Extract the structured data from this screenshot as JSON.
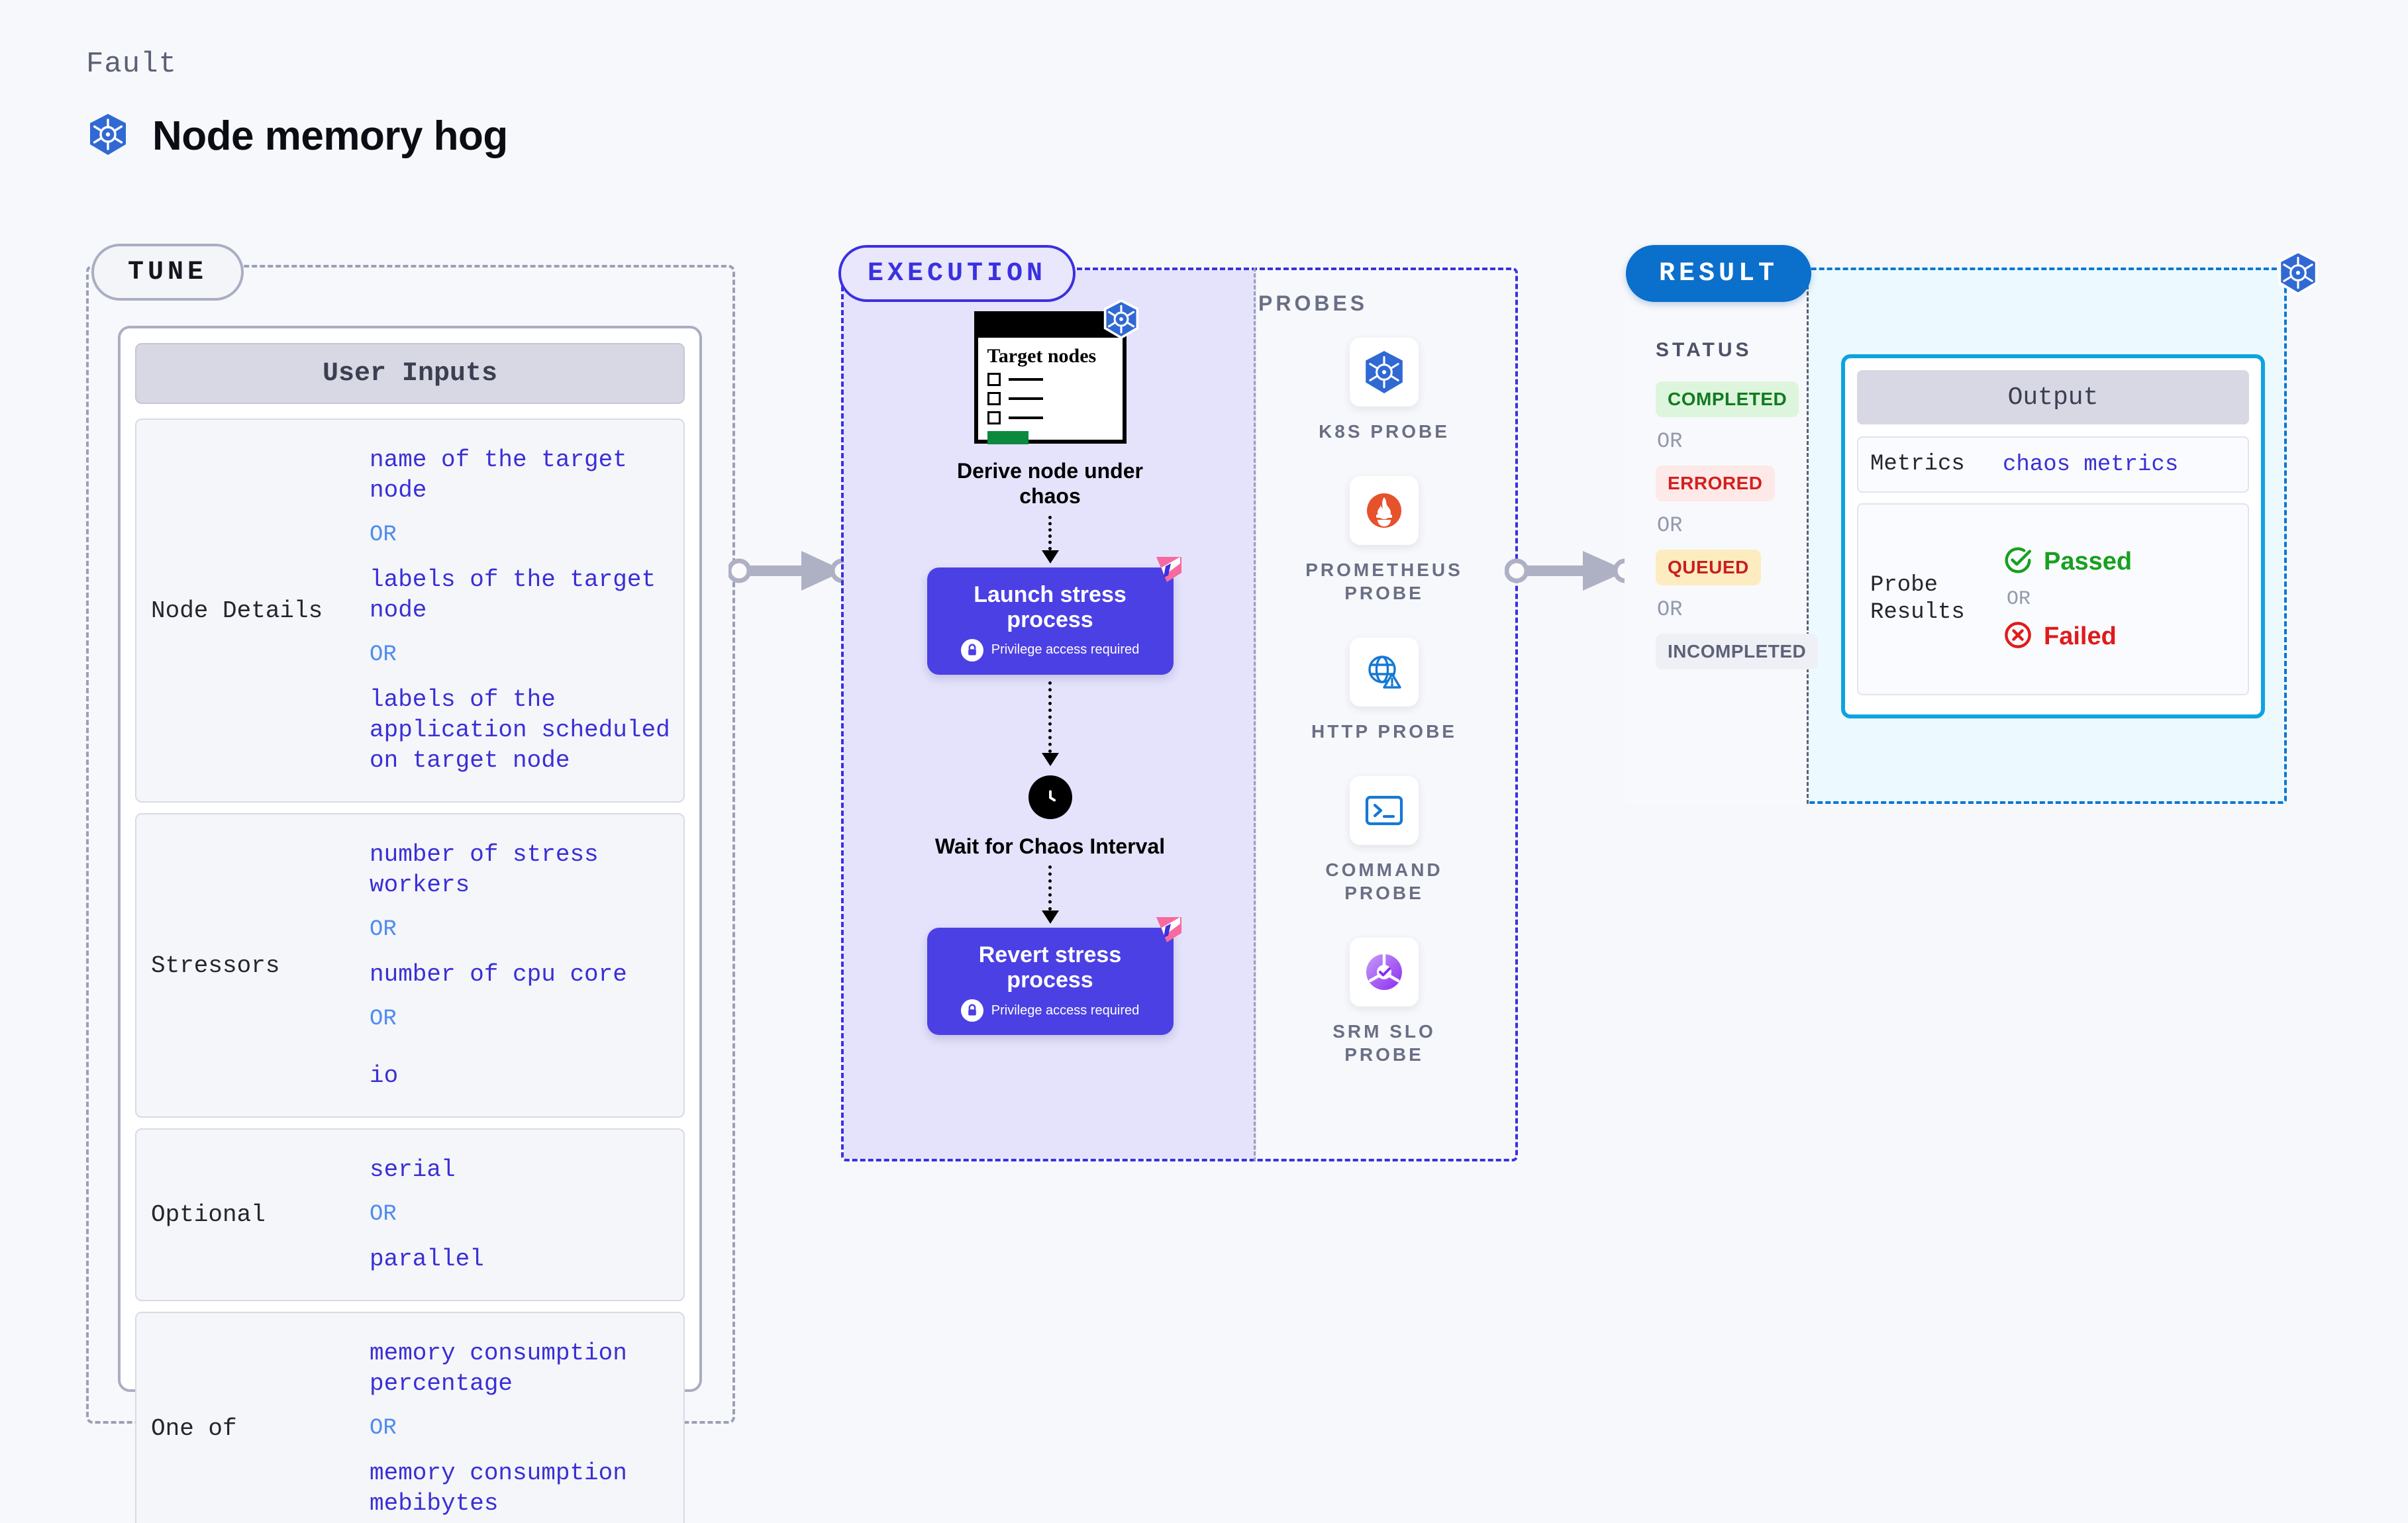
{
  "header": {
    "eyebrow": "Fault",
    "title": "Node memory hog",
    "icon": "kubernetes-icon"
  },
  "tune": {
    "pill_label": "TUNE",
    "card_title": "User Inputs",
    "groups": [
      {
        "key": "Node Details",
        "items": [
          "name of the target node",
          "labels of the target node",
          "labels of the application scheduled on target node"
        ],
        "separator": "OR"
      },
      {
        "key": "Stressors",
        "items": [
          "number of stress workers",
          "number of cpu core",
          "io"
        ],
        "separator": "OR"
      },
      {
        "key": "Optional",
        "items": [
          "serial",
          "parallel"
        ],
        "separator": "OR"
      },
      {
        "key": "One of",
        "items": [
          "memory consumption percentage",
          "memory consumption mebibytes"
        ],
        "separator": "OR"
      }
    ]
  },
  "execution": {
    "pill_label": "EXECUTION",
    "steps": [
      {
        "type": "card",
        "card_title": "Target nodes",
        "caption": "Derive node under chaos",
        "icon": "kubernetes-icon"
      },
      {
        "type": "action",
        "title": "Launch stress process",
        "privilege_note": "Privilege access required",
        "lock_icon": "lock-icon",
        "corner_icon": "harness-logo-icon"
      },
      {
        "type": "wait",
        "caption": "Wait for Chaos Interval",
        "icon": "clock-icon"
      },
      {
        "type": "action",
        "title": "Revert stress process",
        "privilege_note": "Privilege access required",
        "lock_icon": "lock-icon",
        "corner_icon": "harness-logo-icon"
      }
    ]
  },
  "probes": {
    "section_label": "PROBES",
    "items": [
      {
        "name": "K8S PROBE",
        "icon": "kubernetes-icon"
      },
      {
        "name": "PROMETHEUS PROBE",
        "icon": "prometheus-icon"
      },
      {
        "name": "HTTP PROBE",
        "icon": "globe-warning-icon"
      },
      {
        "name": "COMMAND PROBE",
        "icon": "terminal-icon"
      },
      {
        "name": "SRM SLO PROBE",
        "icon": "slo-gauge-icon"
      }
    ]
  },
  "result": {
    "pill_label": "RESULT",
    "status_label": "STATUS",
    "separator": "OR",
    "statuses": [
      {
        "label": "COMPLETED",
        "bg": "#ddf5dc",
        "fg": "#137a22"
      },
      {
        "label": "ERRORED",
        "bg": "#fde9e8",
        "fg": "#d32020"
      },
      {
        "label": "QUEUED",
        "bg": "#fdecc0",
        "fg": "#c91f1f"
      },
      {
        "label": "INCOMPLETED",
        "bg": "#eef0f6",
        "fg": "#5d6277"
      }
    ],
    "badge_icon": "kubernetes-icon",
    "output": {
      "title": "Output",
      "metrics_key": "Metrics",
      "metrics_value": "chaos metrics",
      "probe_results_key": "Probe Results",
      "separator": "OR",
      "passed": {
        "label": "Passed",
        "color": "#17a01f",
        "icon": "check-circle-icon"
      },
      "failed": {
        "label": "Failed",
        "color": "#e01b1b",
        "icon": "x-circle-icon"
      }
    }
  },
  "colors": {
    "page_bg": "#f7f8fb",
    "tune_border": "#9aa0b4",
    "execution_accent": "#3b30e0",
    "execution_bg": "#e4e3fb",
    "result_accent": "#0b6fcc",
    "result_bg": "#ecfaff",
    "output_border": "#0fa3e0",
    "action_box": "#4b40e4",
    "value_text": "#3a2fd6",
    "or_text": "#4f8cf0",
    "harness_pink": "#f7699f"
  }
}
